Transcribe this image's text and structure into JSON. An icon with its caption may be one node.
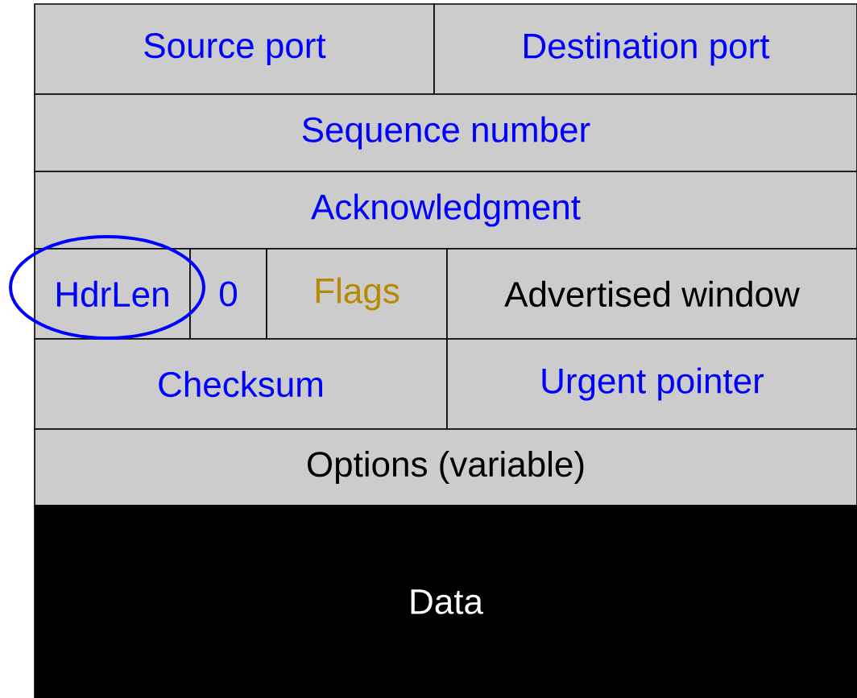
{
  "diagram": {
    "nodes": [
      {
        "text": [
          "Source port"
        ]
      },
      {
        "text": [
          "Destination port"
        ]
      },
      {
        "text": [
          "Sequence number"
        ]
      },
      {
        "text": [
          "Acknowledgment"
        ]
      },
      {
        "text": [
          "HdrLen"
        ]
      },
      {
        "text": [
          "0"
        ]
      },
      {
        "text": [
          "Flags"
        ]
      },
      {
        "text": [
          "Advertised window"
        ]
      },
      {
        "text": [
          "Checksum"
        ]
      },
      {
        "text": [
          "Urgent pointer"
        ]
      },
      {
        "text": [
          "Options (variable)"
        ]
      },
      {
        "text": [
          "Data"
        ]
      }
    ]
  }
}
